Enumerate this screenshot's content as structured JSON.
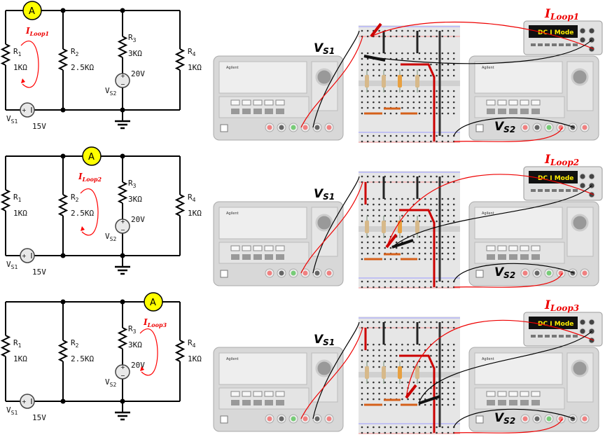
{
  "circuit": {
    "resistors": [
      {
        "name": "R",
        "sub": "1",
        "value": "1KΩ"
      },
      {
        "name": "R",
        "sub": "2",
        "value": "2.5KΩ"
      },
      {
        "name": "R",
        "sub": "3",
        "value": "3KΩ"
      },
      {
        "name": "R",
        "sub": "4",
        "value": "1KΩ"
      }
    ],
    "vs1": {
      "name": "V",
      "sub": "S1",
      "value": "15V"
    },
    "vs2": {
      "name": "V",
      "sub": "S2",
      "value": "20V"
    },
    "ammeter_label": "A",
    "plus": "+",
    "minus": "−"
  },
  "rows": [
    {
      "loop_label": "I",
      "loop_sub": "Loop1",
      "ammeter_branch": 1
    },
    {
      "loop_label": "I",
      "loop_sub": "Loop2",
      "ammeter_branch": 2
    },
    {
      "loop_label": "I",
      "loop_sub": "Loop3",
      "ammeter_branch": 3
    }
  ],
  "bench": {
    "supply_brand": "Agilent",
    "dmm_display": "DC I Mode",
    "vs1_label": "V",
    "vs1_sub": "S1",
    "vs2_label": "V",
    "vs2_sub": "S2"
  },
  "colors": {
    "wire": "#000000",
    "loop": "#ff0000",
    "ammeter": "#ffff00",
    "probe_red": "#cc0000",
    "display_bg": "#111111",
    "display_text": "#ffee00",
    "supply_body": "#d8d8d8",
    "breadboard": "#e6e6e6"
  }
}
